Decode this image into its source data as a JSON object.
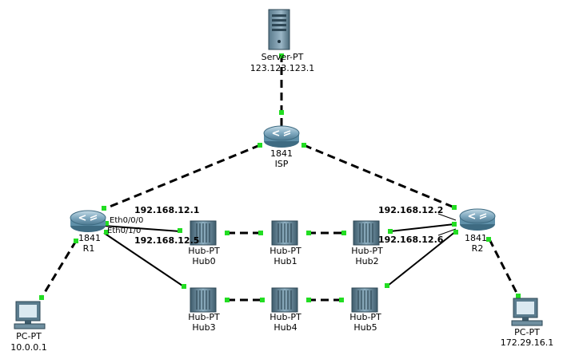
{
  "devices": {
    "server": {
      "model": "Server-PT",
      "name": "123.123.123.1",
      "icon": "server-icon"
    },
    "isp": {
      "model": "1841",
      "name": "ISP",
      "icon": "router-icon"
    },
    "r1": {
      "model": "1841",
      "name": "R1",
      "icon": "router-icon"
    },
    "r2": {
      "model": "1841",
      "name": "R2",
      "icon": "router-icon"
    },
    "hub0": {
      "model": "Hub-PT",
      "name": "Hub0",
      "icon": "hub-icon"
    },
    "hub1": {
      "model": "Hub-PT",
      "name": "Hub1",
      "icon": "hub-icon"
    },
    "hub2": {
      "model": "Hub-PT",
      "name": "Hub2",
      "icon": "hub-icon"
    },
    "hub3": {
      "model": "Hub-PT",
      "name": "Hub3",
      "icon": "hub-icon"
    },
    "hub4": {
      "model": "Hub-PT",
      "name": "Hub4",
      "icon": "hub-icon"
    },
    "hub5": {
      "model": "Hub-PT",
      "name": "Hub5",
      "icon": "hub-icon"
    },
    "pc_left": {
      "model": "PC-PT",
      "name": "10.0.0.1",
      "icon": "pc-icon"
    },
    "pc_right": {
      "model": "PC-PT",
      "name": "172.29.16.1",
      "icon": "pc-icon"
    }
  },
  "interface_labels": {
    "r1_top_ip": "192.168.12.1",
    "r1_bottom_ip": "192.168.12.5",
    "r1_eth0": "Eth0/0/0",
    "r1_eth1": "Eth0/1/0",
    "r2_top_ip": "192.168.12.2",
    "r2_bottom_ip": "192.168.12.6"
  },
  "colors": {
    "link": "#000000",
    "port_up": "#22dd22",
    "router_body": "#6f9fb8",
    "hub_body": "#5f7f91",
    "background": "#ffffff"
  }
}
